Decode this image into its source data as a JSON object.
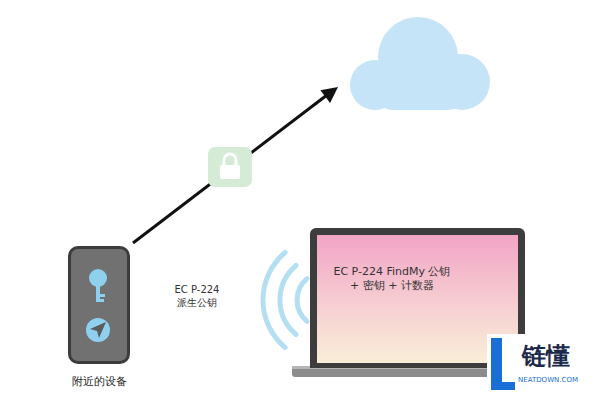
{
  "diagram": {
    "nodes": [
      {
        "text": [
          "附近的设备"
        ]
      },
      {
        "text": [
          "EC P-224 FindMy 公钥 + 密钥 + 计数器"
        ]
      }
    ],
    "labels": [
      "EC P-224 派生公钥",
      "链懂",
      "NEATDOWN.COM"
    ]
  }
}
